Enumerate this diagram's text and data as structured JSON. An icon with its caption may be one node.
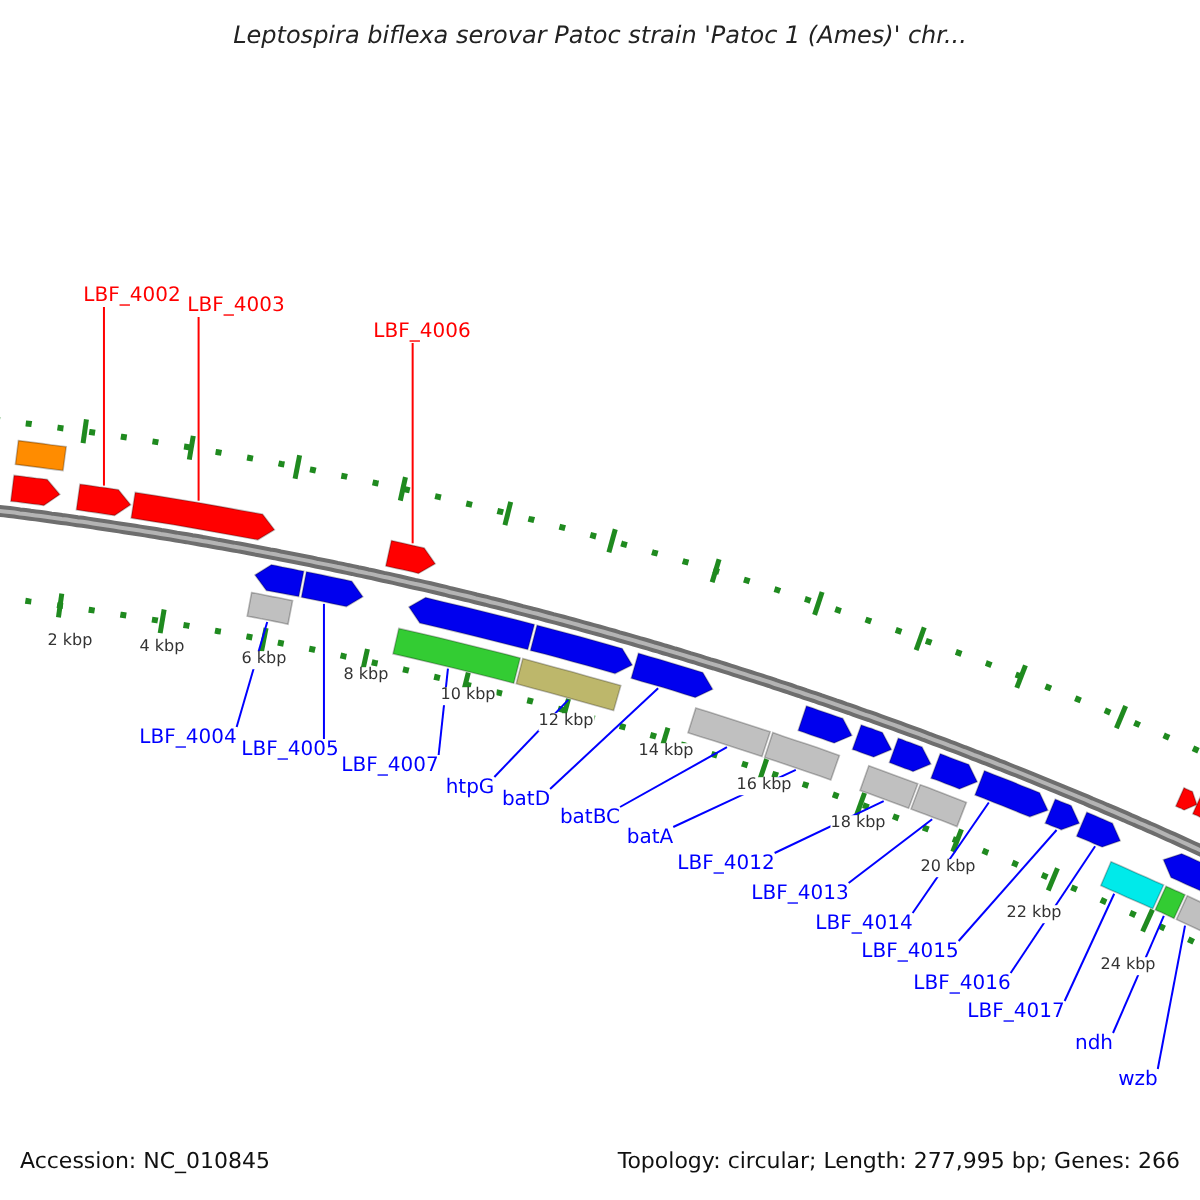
{
  "diagram": {
    "title": "Leptospira biflexa serovar Patoc strain 'Patoc 1 (Ames)' chr...",
    "nodes": [
      {
        "text": [
          "LBF_4002"
        ]
      },
      {
        "text": [
          "LBF_4003"
        ]
      },
      {
        "text": [
          "LBF_4006"
        ]
      },
      {
        "text": [
          "LBF_4004"
        ]
      },
      {
        "text": [
          "LBF_4005"
        ]
      },
      {
        "text": [
          "LBF_4007"
        ]
      },
      {
        "text": [
          "htpG"
        ]
      },
      {
        "text": [
          "batD"
        ]
      },
      {
        "text": [
          "batBC"
        ]
      },
      {
        "text": [
          "batA"
        ]
      },
      {
        "text": [
          "LBF_4012"
        ]
      },
      {
        "text": [
          "LBF_4013"
        ]
      },
      {
        "text": [
          "LBF_4014"
        ]
      },
      {
        "text": [
          "LBF_4015"
        ]
      },
      {
        "text": [
          "LBF_4016"
        ]
      },
      {
        "text": [
          "LBF_4017"
        ]
      },
      {
        "text": [
          "ndh"
        ]
      },
      {
        "text": [
          "wzb"
        ]
      },
      {
        "text": [],
        "shape": "bar"
      },
      {
        "text": [],
        "shape": "arrow"
      },
      {
        "text": [],
        "shape": "arrow"
      },
      {
        "text": [],
        "shape": "arrow"
      },
      {
        "text": [],
        "shape": "arrow"
      },
      {
        "text": [],
        "shape": "bar"
      },
      {
        "text": [],
        "shape": "arrow"
      },
      {
        "text": [],
        "shape": "arrow"
      },
      {
        "text": [],
        "shape": "bar"
      },
      {
        "text": [],
        "shape": "arrow"
      },
      {
        "text": [],
        "shape": "bar"
      },
      {
        "text": [],
        "shape": "arrow"
      },
      {
        "text": [],
        "shape": "arrow"
      },
      {
        "text": [],
        "shape": "bar"
      },
      {
        "text": [],
        "shape": "bar"
      },
      {
        "text": [],
        "shape": "arrow"
      },
      {
        "text": [],
        "shape": "arrow"
      },
      {
        "text": [],
        "shape": "bar"
      },
      {
        "text": [],
        "shape": "arrow"
      },
      {
        "text": [],
        "shape": "bar"
      },
      {
        "text": [],
        "shape": "arrow"
      },
      {
        "text": [],
        "shape": "arrow"
      },
      {
        "text": [],
        "shape": "arrow"
      },
      {
        "text": [],
        "shape": "arrow"
      },
      {
        "text": [],
        "shape": "bar"
      },
      {
        "text": [],
        "shape": "arrow"
      },
      {
        "text": [],
        "shape": "arrow"
      },
      {
        "text": [],
        "shape": "arrow"
      },
      {
        "text": [],
        "shape": "bar"
      },
      {
        "text": [],
        "shape": "bar"
      }
    ],
    "edges": [
      {
        "from": 0,
        "to": 20,
        "arrow": "none",
        "color": "#ff0000"
      },
      {
        "from": 1,
        "to": 21,
        "arrow": "none",
        "color": "#ff0000"
      },
      {
        "from": 2,
        "to": 25,
        "arrow": "none",
        "color": "#ff0000"
      },
      {
        "from": 3,
        "to": 23,
        "arrow": "none"
      },
      {
        "from": 4,
        "to": 24,
        "arrow": "none"
      },
      {
        "from": 5,
        "to": 26,
        "arrow": "none"
      },
      {
        "from": 6,
        "to": 28,
        "arrow": "none"
      },
      {
        "from": 7,
        "to": 30,
        "arrow": "none"
      },
      {
        "from": 8,
        "to": 31,
        "arrow": "none"
      },
      {
        "from": 9,
        "to": 32,
        "arrow": "none"
      },
      {
        "from": 10,
        "to": 35,
        "arrow": "none"
      },
      {
        "from": 11,
        "to": 37,
        "arrow": "none"
      },
      {
        "from": 12,
        "to": 39,
        "arrow": "none"
      },
      {
        "from": 13,
        "to": 40,
        "arrow": "none"
      },
      {
        "from": 14,
        "to": 41,
        "arrow": "none"
      },
      {
        "from": 15,
        "to": 42,
        "arrow": "none"
      },
      {
        "from": 16,
        "to": 46,
        "arrow": "none"
      },
      {
        "from": 17,
        "to": 47,
        "arrow": "none"
      }
    ],
    "labels": [
      "2 kbp",
      "4 kbp",
      "6 kbp",
      "8 kbp",
      "10 kbp",
      "12 kbp",
      "14 kbp",
      "16 kbp",
      "18 kbp",
      "20 kbp",
      "22 kbp",
      "24 kbp",
      "Accession: NC_010845",
      "Topology: circular; Length: 277,995 bp; Genes: 266"
    ]
  }
}
